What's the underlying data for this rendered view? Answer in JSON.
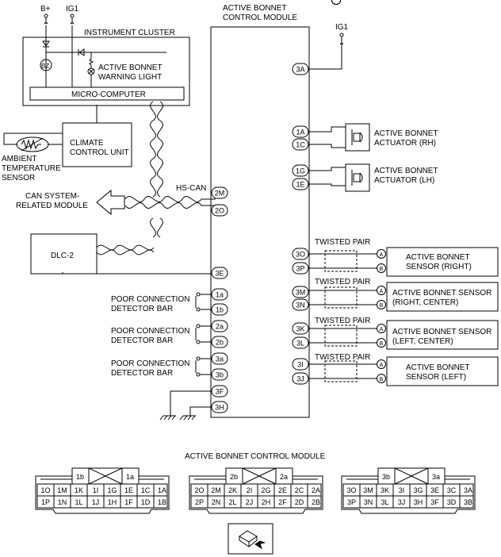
{
  "supplies": {
    "bplus": "B+",
    "ig1_top": "IG1",
    "ig1_module": "IG1"
  },
  "module": {
    "title_line1": "ACTIVE BONNET",
    "title_line2": "CONTROL MODULE"
  },
  "cluster": {
    "title": "INSTRUMENT CLUSTER",
    "buzzer": "BZ",
    "warning_line1": "ACTIVE BONNET",
    "warning_line2": "WARNING LIGHT",
    "micro": "MICRO-COMPUTER"
  },
  "climate": {
    "line1": "CLIMATE",
    "line2": "CONTROL UNIT"
  },
  "ambient": {
    "line1": "AMBIENT",
    "line2": "TEMPERATURE",
    "line3": "SENSOR"
  },
  "can": {
    "line1": "CAN SYSTEM-",
    "line2": "RELATED MODULE",
    "bus": "HS-CAN"
  },
  "dlc": "DLC-2",
  "pins": {
    "3A": "3A",
    "1A": "1A",
    "1C": "1C",
    "1G": "1G",
    "1E": "1E",
    "2M": "2M",
    "2O": "2O",
    "3E": "3E",
    "3O": "3O",
    "3P": "3P",
    "3M": "3M",
    "3N": "3N",
    "3K": "3K",
    "3L": "3L",
    "3I": "3I",
    "3J": "3J",
    "1a": "1a",
    "1b": "1b",
    "2a": "2a",
    "2b": "2b",
    "3a": "3a",
    "3b": "3b",
    "3F": "3F",
    "3H": "3H"
  },
  "actuators": [
    {
      "line1": "ACTIVE BONNET",
      "line2": "ACTUATOR (RH)"
    },
    {
      "line1": "ACTIVE BONNET",
      "line2": "ACTUATOR (LH)"
    }
  ],
  "twisted_pair": "TWISTED PAIR",
  "sensors": [
    {
      "line1": "ACTIVE BONNET",
      "line2": "SENSOR (RIGHT)"
    },
    {
      "line1": "ACTIVE BONNET SENSOR",
      "line2": "(RIGHT, CENTER)"
    },
    {
      "line1": "ACTIVE BONNET SENSOR",
      "line2": "(LEFT, CENTER)"
    },
    {
      "line1": "ACTIVE BONNET",
      "line2": "SENSOR (LEFT)"
    }
  ],
  "terminal_a": "A",
  "terminal_b": "B",
  "detector": {
    "line1": "POOR CONNECTION",
    "line2": "DETECTOR BAR"
  },
  "connector_title": "ACTIVE BONNET CONTROL MODULE",
  "connectors": [
    {
      "labels": [
        "1b",
        "1a"
      ],
      "row1": [
        "1O",
        "1M",
        "1K",
        "1I",
        "1G",
        "1E",
        "1C",
        "1A"
      ],
      "row2": [
        "1P",
        "1N",
        "1L",
        "1J",
        "1H",
        "1F",
        "1D",
        "1B"
      ]
    },
    {
      "labels": [
        "2b",
        "2a"
      ],
      "row1": [
        "2O",
        "2M",
        "2K",
        "2I",
        "2G",
        "2E",
        "2C",
        "2A"
      ],
      "row2": [
        "2P",
        "2N",
        "2L",
        "2J",
        "2H",
        "2F",
        "2D",
        "2B"
      ]
    },
    {
      "labels": [
        "3b",
        "3a"
      ],
      "row1": [
        "3O",
        "3M",
        "3K",
        "3I",
        "3G",
        "3E",
        "3C",
        "3A"
      ],
      "row2": [
        "3P",
        "3N",
        "3L",
        "3J",
        "3H",
        "3F",
        "3D",
        "3B"
      ]
    }
  ]
}
